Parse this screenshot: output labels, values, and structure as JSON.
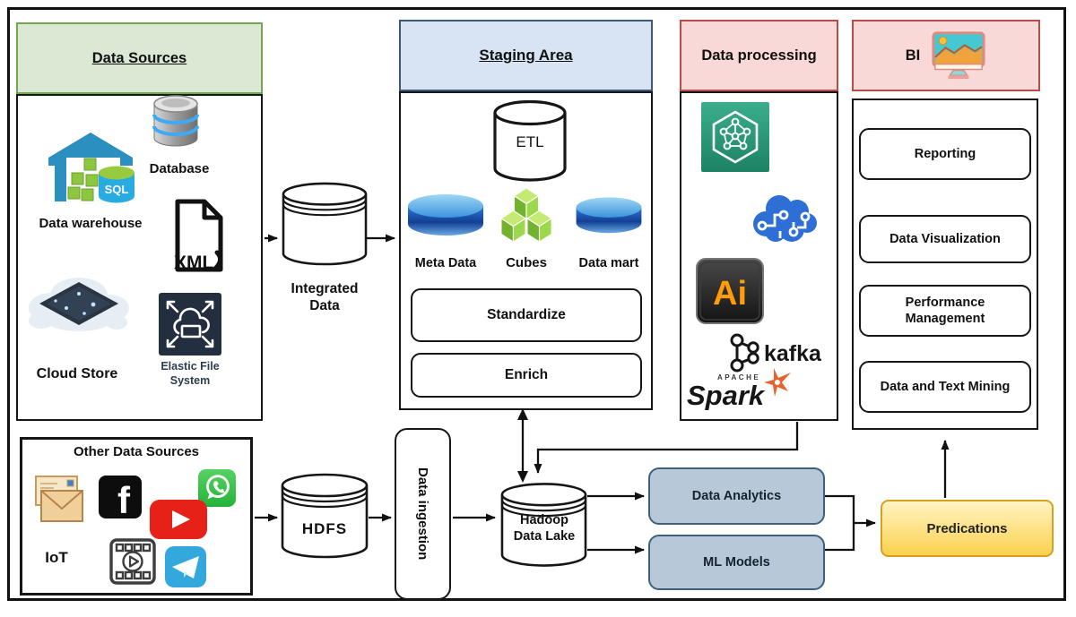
{
  "colors": {
    "green_header_bg": "#dbe8d3",
    "green_header_border": "#6fa84f",
    "blue_header_bg": "#d8e3f4",
    "blue_header_border": "#3d5875",
    "red_header_bg": "#f8d9d7",
    "red_header_border": "#b94b48",
    "flow_box_bg": "#b7c9d8",
    "flow_box_border": "#3f607d",
    "predications_bg": "#fad14e",
    "predications_border": "#d7a021",
    "disk_blue": "#2a6ed2",
    "cubes_green": "#8dc63f",
    "neptune_green": "#2e9e7f",
    "brain_blue": "#2e6fd6",
    "ai_orange": "#ff9c08",
    "spark_orange": "#e8622d",
    "line_black": "#161616"
  },
  "icons": {
    "data_sources": [
      "warehouse-sql-icon",
      "database-icon",
      "xml-file-icon",
      "cloud-store-icon",
      "elastic-file-system-icon"
    ],
    "other_sources": [
      "email-icon",
      "facebook-icon",
      "whatsapp-icon",
      "youtube-icon",
      "film-player-icon",
      "telegram-icon"
    ],
    "processing": [
      "graph-network-icon",
      "ai-brain-icon",
      "adobe-ai-icon",
      "kafka-logo",
      "spark-logo"
    ],
    "bi": [
      "monitor-chart-icon"
    ]
  },
  "data_sources": {
    "title": "Data Sources",
    "warehouse_label": "Data warehouse",
    "sql_badge": "SQL",
    "database_label": "Database",
    "xml_label": "XML",
    "cloud_label": "Cloud Store",
    "efs_label": "Elastic File System"
  },
  "other_sources": {
    "title": "Other Data Sources",
    "iot_label": "IoT"
  },
  "integrated": {
    "label": "Integrated Data"
  },
  "staging": {
    "title": "Staging Area",
    "etl_label": "ETL",
    "meta_label": "Meta Data",
    "cubes_label": "Cubes",
    "mart_label": "Data mart",
    "standardize_label": "Standardize",
    "enrich_label": "Enrich"
  },
  "processing": {
    "title": "Data processing",
    "ai_label": "Ai",
    "kafka_label": "kafka",
    "spark_apache": "APACHE",
    "spark_label": "Spark"
  },
  "bi": {
    "title": "BI",
    "boxes": [
      "Reporting",
      "Data Visualization",
      "Performance Management",
      "Data and Text Mining"
    ]
  },
  "pipeline": {
    "hdfs_label": "HDFS",
    "ingestion_label": "Data ingestion",
    "lake_label": "Hadoop Data Lake",
    "analytics_label": "Data Analytics",
    "ml_label": "ML Models",
    "predications_label": "Predications"
  }
}
